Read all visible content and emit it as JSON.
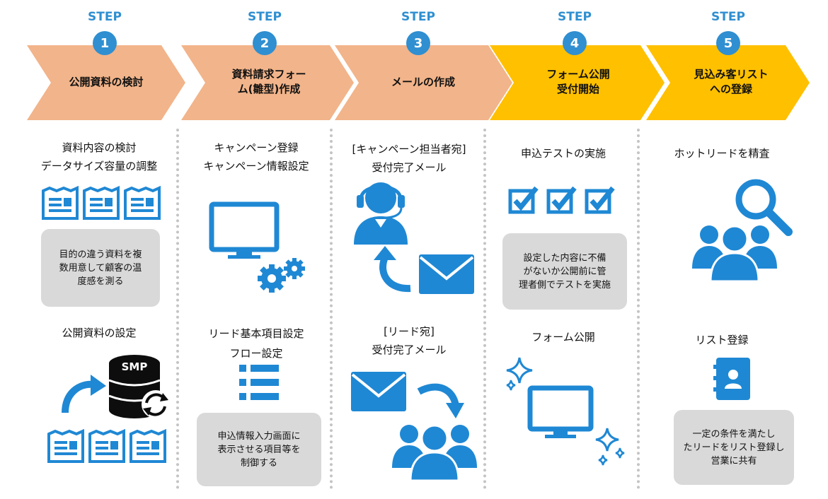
{
  "colors": {
    "blue": "#1f88d4",
    "salmon": "#f2b48a",
    "gold": "#ffc000",
    "note_bg": "#d9d9d9",
    "step_text": "#2f8fd1"
  },
  "steps": [
    {
      "label": "STEP",
      "number": "1",
      "title": "公開資料の検討"
    },
    {
      "label": "STEP",
      "number": "2",
      "title": "資料請求フォー\nム(雛型)作成"
    },
    {
      "label": "STEP",
      "number": "3",
      "title": "メールの作成"
    },
    {
      "label": "STEP",
      "number": "4",
      "title": "フォーム公開\n受付開始"
    },
    {
      "label": "STEP",
      "number": "5",
      "title": "見込み客リスト\nへの登録"
    }
  ],
  "col1": {
    "heading1": "資料内容の検討\nデータサイズ容量の調整",
    "note1": "目的の違う資料を複\n数用意して顧客の温\n度感を測る",
    "heading2": "公開資料の設定",
    "db_label": "SMP"
  },
  "col2": {
    "heading1": "キャンペーン登録\nキャンペーン情報設定",
    "heading2": "リード基本項目設定\nフロー設定",
    "note1": "申込情報入力画面に\n表示させる項目等を\n制御する"
  },
  "col3": {
    "heading1": "[キャンペーン担当者宛]\n受付完了メール",
    "heading2": "[リード宛]\n受付完了メール"
  },
  "col4": {
    "heading1": "申込テストの実施",
    "note1": "設定した内容に不備\nがないか公開前に管\n理者側でテストを実施",
    "heading2": "フォーム公開"
  },
  "col5": {
    "heading1": "ホットリードを精査",
    "heading2": "リスト登録",
    "note1": "一定の条件を満たし\nたリードをリスト登録し\n営業に共有"
  }
}
